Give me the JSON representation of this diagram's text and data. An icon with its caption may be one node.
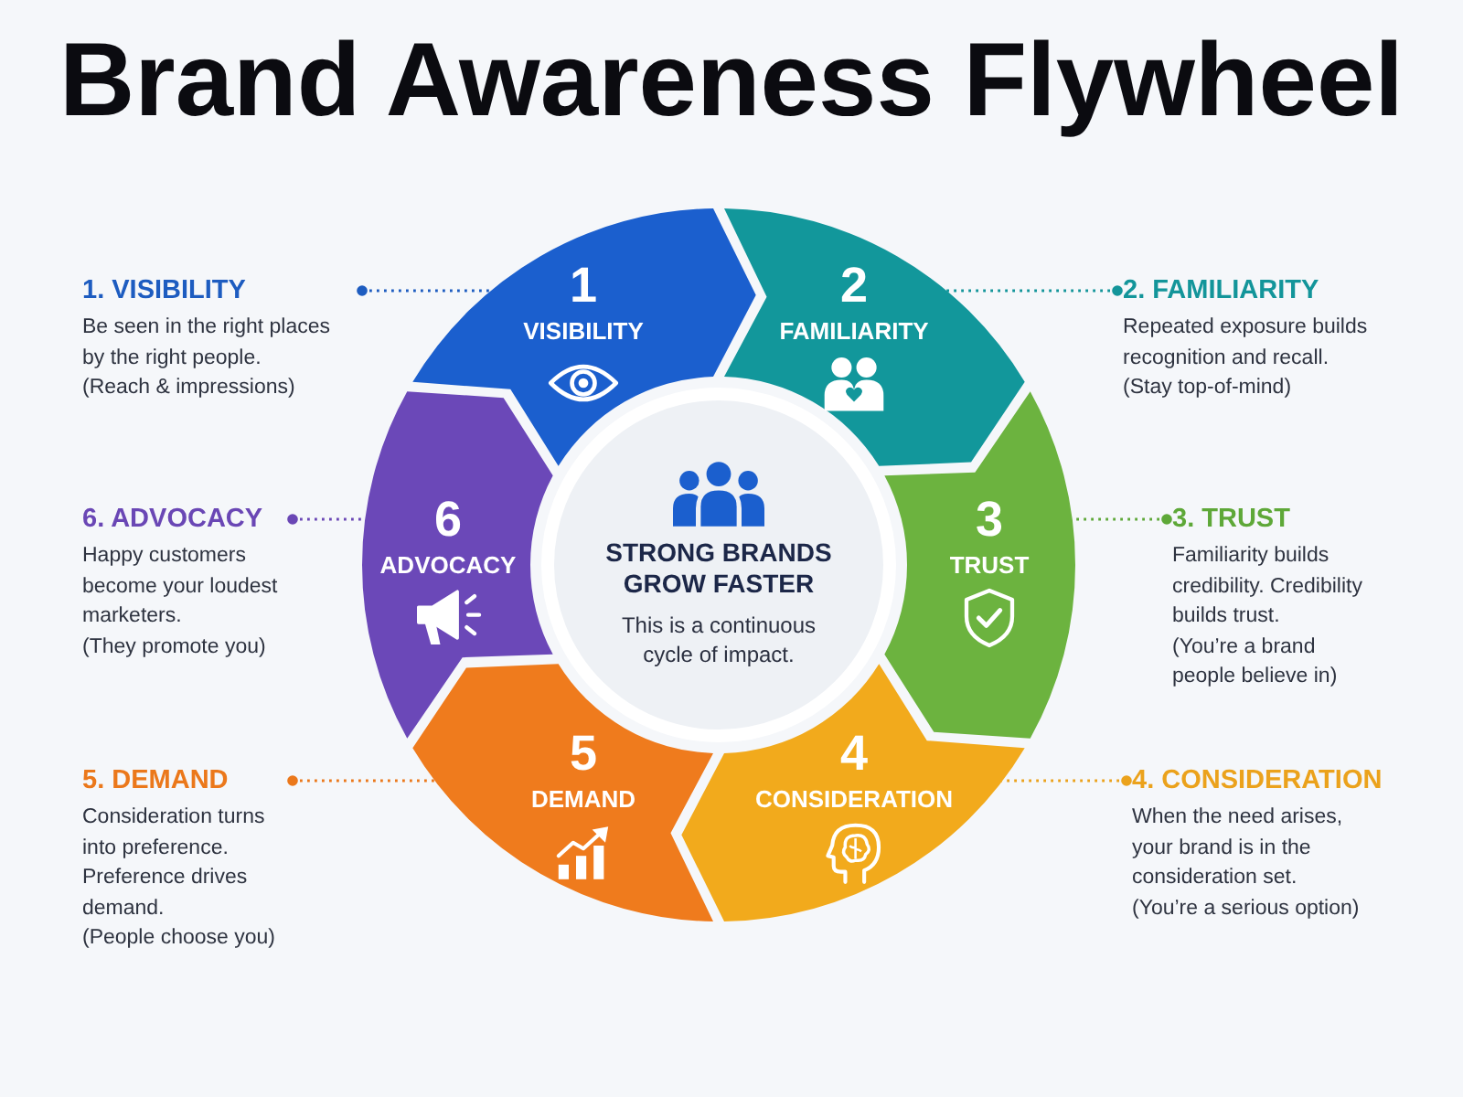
{
  "diagram": {
    "title": "Brand Awareness Flywheel",
    "nodes": [
      {
        "text": [
          "1",
          "VISIBILITY"
        ]
      },
      {
        "text": [
          "2",
          "FAMILIARITY"
        ]
      },
      {
        "text": [
          "3",
          "TRUST"
        ]
      },
      {
        "text": [
          "4",
          "CONSIDERATION"
        ]
      },
      {
        "text": [
          "5",
          "DEMAND"
        ]
      },
      {
        "text": [
          "6",
          "ADVOCACY"
        ]
      },
      {
        "text": [
          "STRONG BRANDS GROW FASTER",
          "This is a continuous cycle of impact."
        ]
      },
      {
        "text": [
          "1. VISIBILITY",
          "Be seen in the right places by the right people.",
          "(Reach & impressions)"
        ]
      },
      {
        "text": [
          "2. FAMILIARITY",
          "Repeated exposure builds recognition and recall.",
          "(Stay top-of-mind)"
        ]
      },
      {
        "text": [
          "3. TRUST",
          "Familiarity builds credibility. Credibility builds trust.",
          "(You’re a brand people believe in)"
        ]
      },
      {
        "text": [
          "4. CONSIDERATION",
          "When the need arises, your brand is in the consideration set.",
          "(You’re a serious option)"
        ]
      },
      {
        "text": [
          "5. DEMAND",
          "Consideration turns into preference. Preference drives demand.",
          "(People choose you)"
        ]
      },
      {
        "text": [
          "6. ADVOCACY",
          "Happy customers become your loudest marketers.",
          "(They promote you)"
        ]
      }
    ],
    "edges": [
      {
        "from": 7,
        "to": 0,
        "arrow": "other",
        "style": "dashed",
        "color": "#1d5cc0"
      },
      {
        "from": 8,
        "to": 1,
        "arrow": "other",
        "style": "dashed",
        "color": "#13959a"
      },
      {
        "from": 9,
        "to": 2,
        "arrow": "other",
        "style": "dashed",
        "color": "#5ea838"
      },
      {
        "from": 10,
        "to": 3,
        "arrow": "other",
        "style": "dashed",
        "color": "#eba21c"
      },
      {
        "from": 11,
        "to": 4,
        "arrow": "other",
        "style": "dashed",
        "color": "#eb781b"
      },
      {
        "from": 12,
        "to": 5,
        "arrow": "other",
        "style": "dashed",
        "color": "#6a47b5"
      }
    ]
  }
}
